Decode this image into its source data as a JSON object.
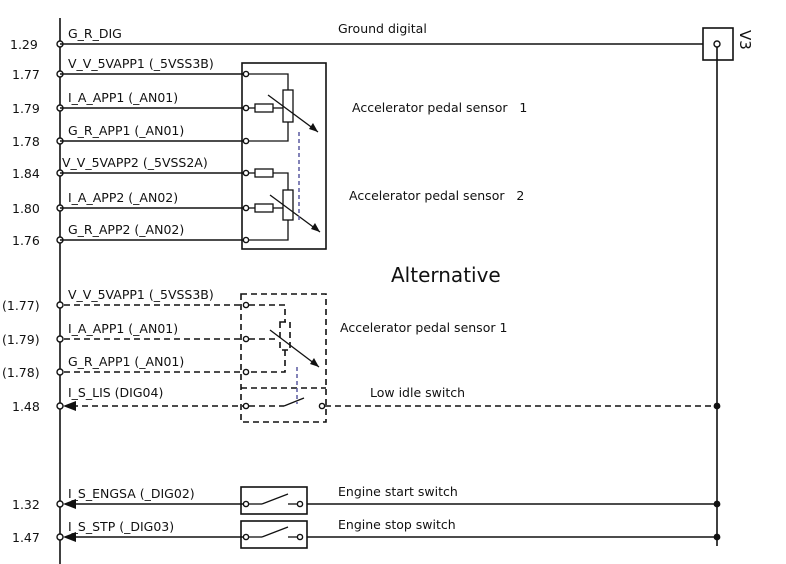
{
  "pins": {
    "p1": "1.29",
    "p2": "1.77",
    "p3": "1.79",
    "p4": "1.78",
    "p5": "1.84",
    "p6": "1.80",
    "p7": "1.76",
    "p8": "(1.77)",
    "p9": "(1.79)",
    "p10": "(1.78)",
    "p11": "1.48",
    "p12": "1.32",
    "p13": "1.47"
  },
  "signals": {
    "s1": "G_R_DIG",
    "s2": "V_V_5VAPP1 (_5VSS3B)",
    "s3": "I_A_APP1 (_AN01)",
    "s4": "G_R_APP1 (_AN01)",
    "s5": "V_V_5VAPP2 (_5VSS2A)",
    "s6": "I_A_APP2 (_AN02)",
    "s7": "G_R_APP2 (_AN02)",
    "s8": "V_V_5VAPP1 (_5VSS3B)",
    "s9": "I_A_APP1 (_AN01)",
    "s10": "G_R_APP1 (_AN01)",
    "s11": "I_S_LIS (DIG04)",
    "s12": "I_S_ENGSA (_DIG02)",
    "s13": "I_S_STP (_DIG03)"
  },
  "labels": {
    "ground": "Ground digital",
    "v3": "V3",
    "aps1": "Accelerator pedal sensor   1",
    "aps2": "Accelerator pedal sensor   2",
    "alternative": "Alternative",
    "aps1_alt": "Accelerator pedal sensor 1",
    "lis": "Low idle switch",
    "ess": "Engine start switch",
    "stop": "Engine stop switch"
  }
}
